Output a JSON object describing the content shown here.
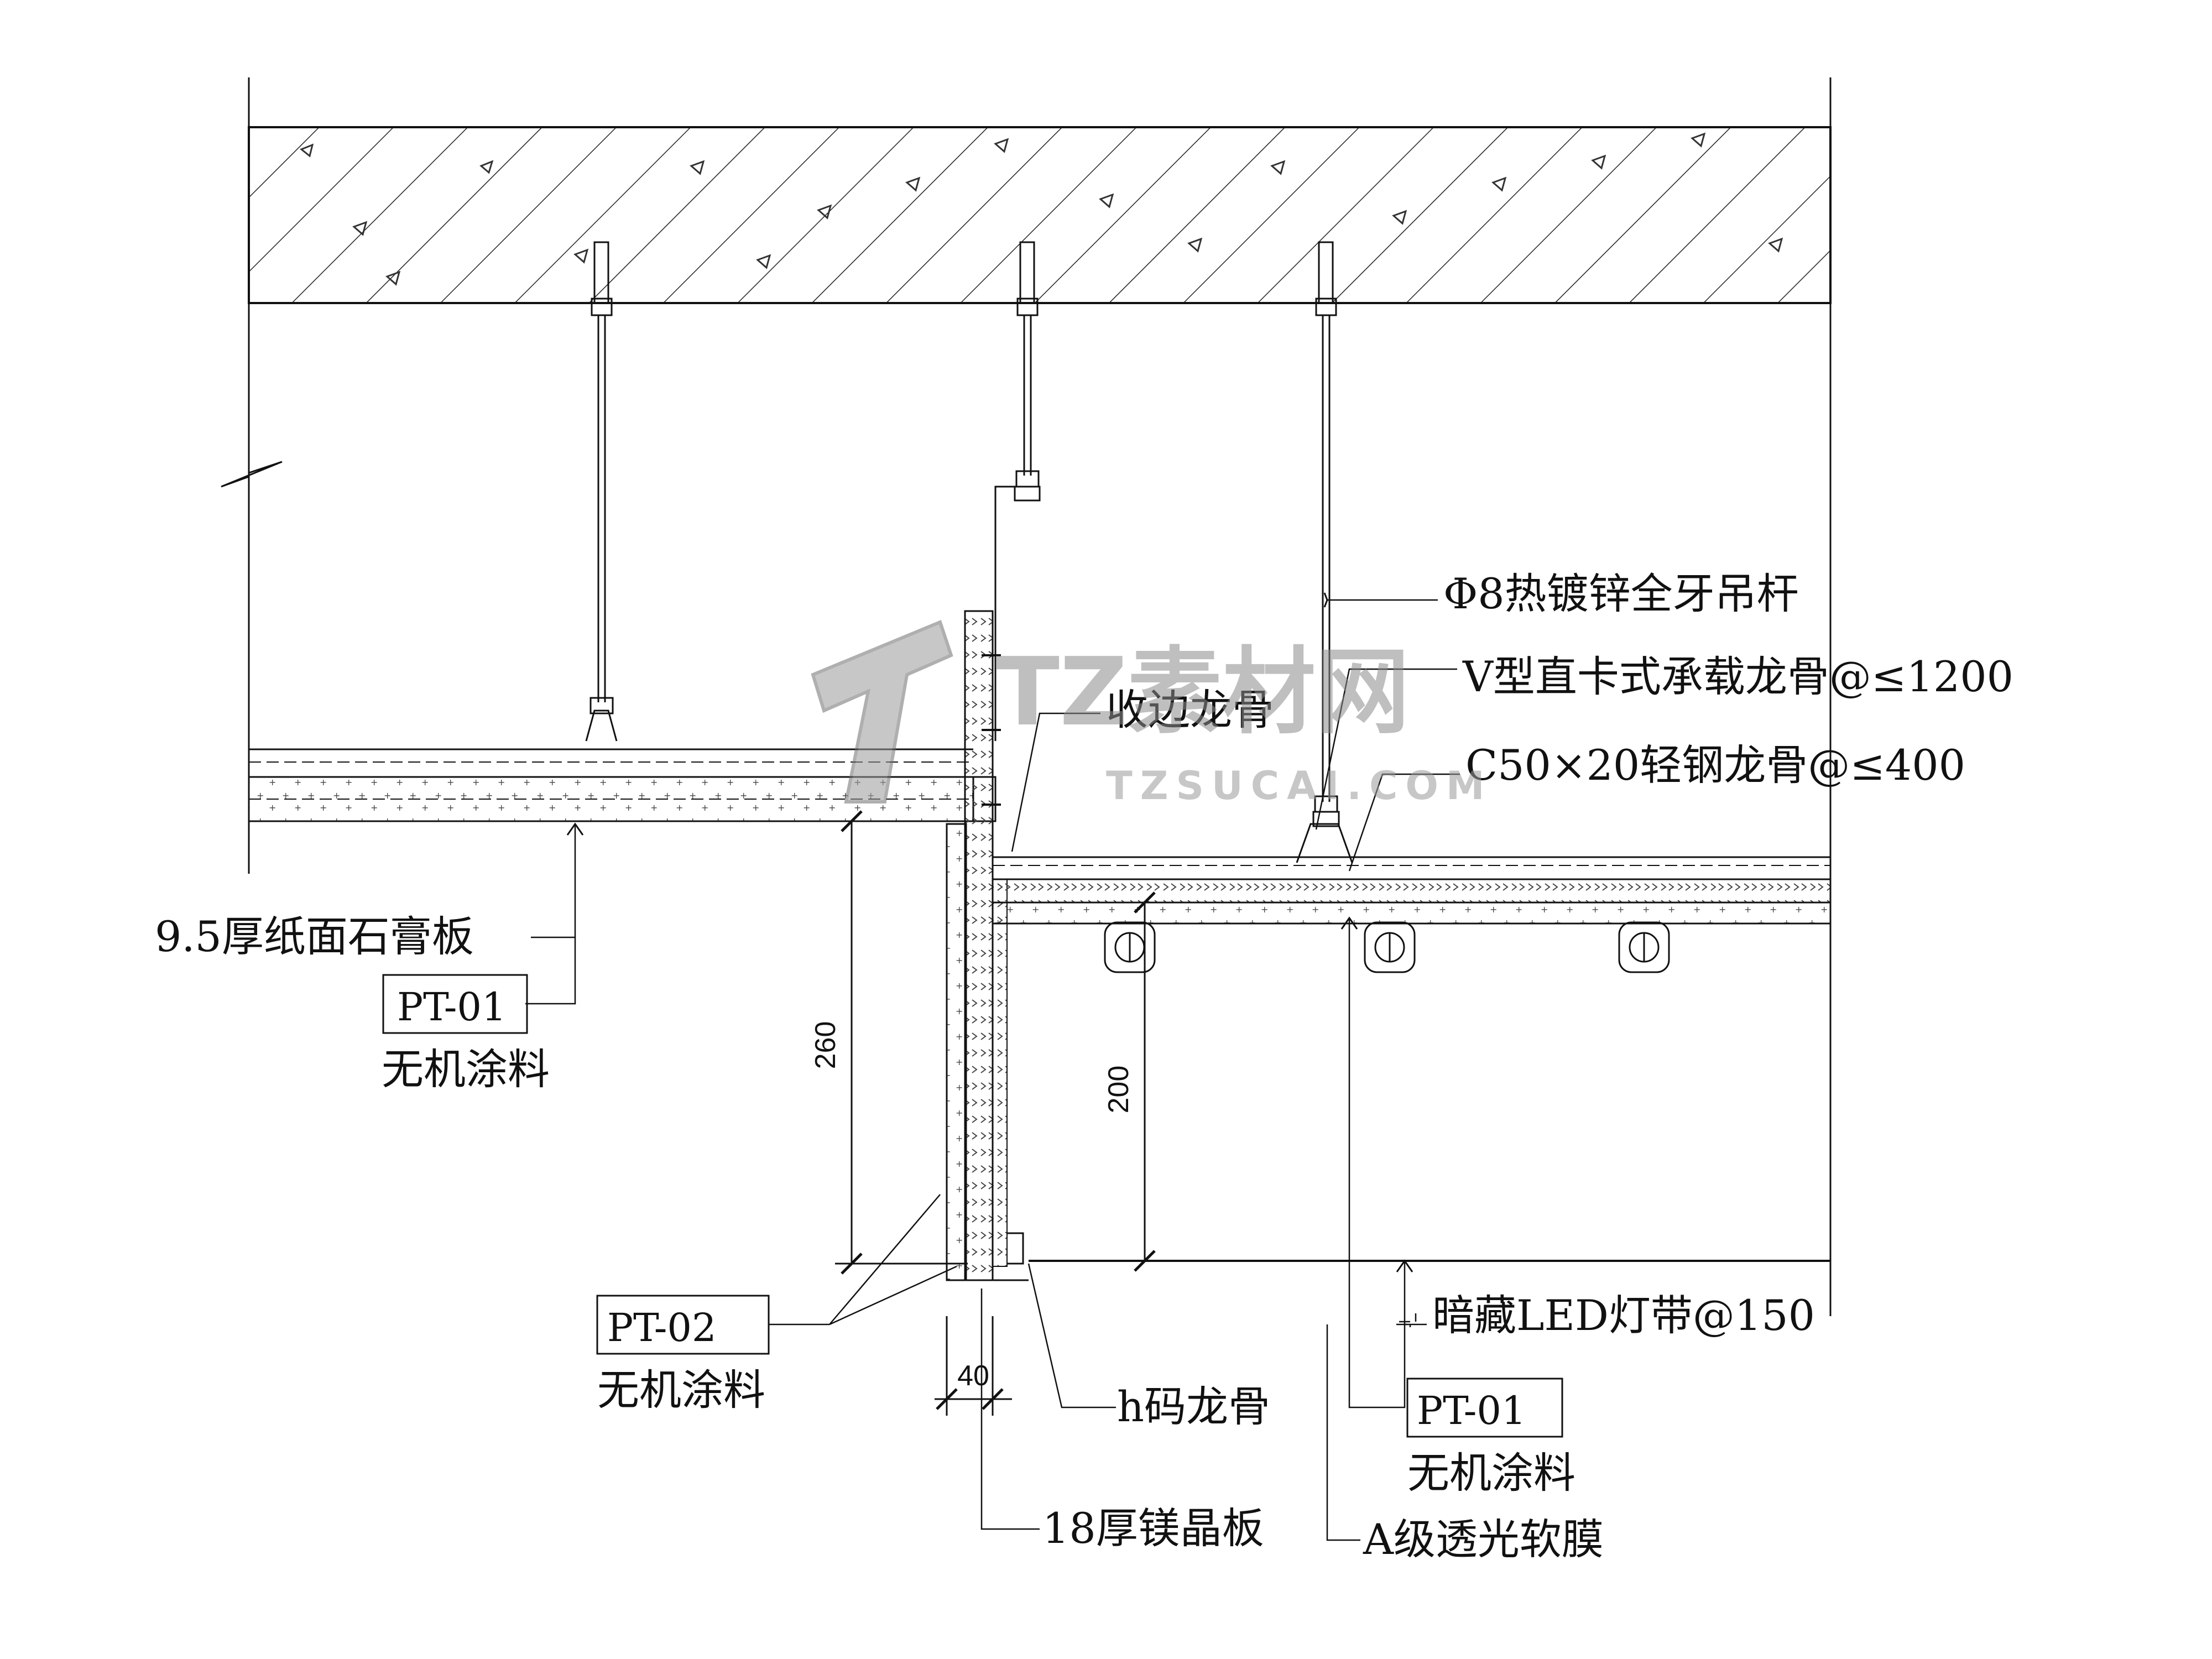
{
  "watermark": {
    "brand": "TZ素材网",
    "url": "TZSUCAI.COM"
  },
  "labels": {
    "rod": "Φ8热镀锌全牙吊杆",
    "v_main_keel": "V型直卡式承载龙骨@≤1200",
    "edge_keel": "收边龙骨",
    "c_keel": "C50×20轻钢龙骨@≤400",
    "gypsum": "9.5厚纸面石膏板",
    "pt01_left_code": "PT-01",
    "pt01_left_text": "无机涂料",
    "pt02_code": "PT-02",
    "pt02_text": "无机涂料",
    "h_keel": "h码龙骨",
    "led": "暗藏LED灯带@150",
    "pt01_right_code": "PT-01",
    "pt01_right_text": "无机涂料",
    "mgo_board": "18厚镁晶板",
    "film": "A级透光软膜"
  },
  "dimensions": {
    "drop_260": "260",
    "depth_200": "200",
    "width_40": "40"
  }
}
